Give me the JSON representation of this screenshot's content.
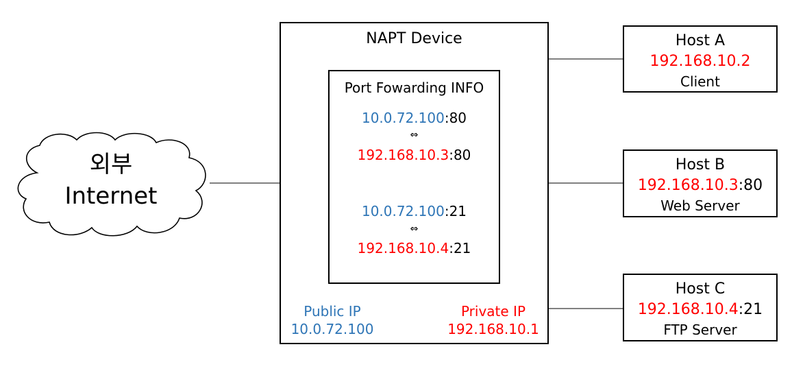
{
  "internet": {
    "line1": "외부",
    "line2": "Internet"
  },
  "napt": {
    "title": "NAPT Device",
    "port_forward": {
      "title": "Port Fowarding INFO",
      "rules": [
        {
          "public_ip": "10.0.72.100",
          "public_port": ":80",
          "arrow": "⇔",
          "private_ip": "192.168.10.3",
          "private_port": ":80"
        },
        {
          "public_ip": "10.0.72.100",
          "public_port": ":21",
          "arrow": "⇔",
          "private_ip": "192.168.10.4",
          "private_port": ":21"
        }
      ]
    },
    "public": {
      "label": "Public IP",
      "ip": "10.0.72.100"
    },
    "private": {
      "label": "Private IP",
      "ip": "192.168.10.1"
    }
  },
  "hosts": [
    {
      "name": "Host A",
      "ip": "192.168.10.2",
      "port": "",
      "role": "Client"
    },
    {
      "name": "Host B",
      "ip": "192.168.10.3",
      "port": ":80",
      "role": "Web Server"
    },
    {
      "name": "Host C",
      "ip": "192.168.10.4",
      "port": ":21",
      "role": "FTP Server"
    }
  ],
  "colors": {
    "public": "#2e75b6",
    "private": "#ff0000",
    "line": "#000000"
  }
}
